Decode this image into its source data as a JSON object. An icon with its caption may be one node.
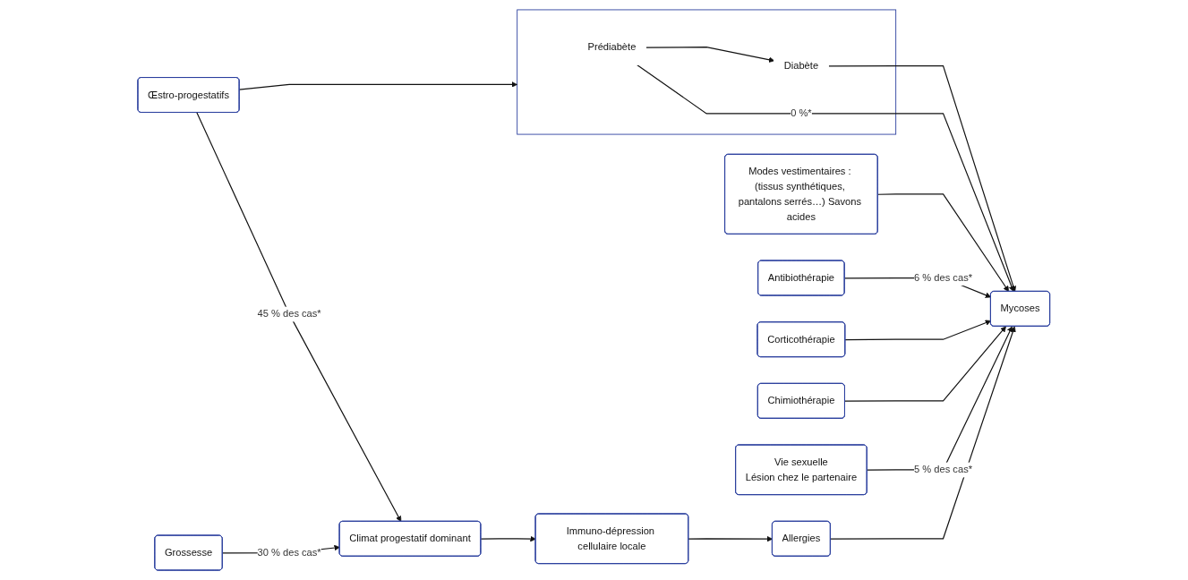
{
  "diagram": {
    "nodes": [
      {
        "text": [],
        "shape": "box"
      },
      {
        "text": [
          "Diabète"
        ],
        "in": 0
      },
      {
        "text": [
          "Prédiabète"
        ],
        "in": 0
      },
      {
        "text": [
          "Œstro-progestatifs"
        ]
      },
      {
        "text": [
          "Modes vestimentaires : (tissus synthétiques, pantalons serrés…) Savons acides"
        ]
      },
      {
        "text": [
          "Climat progestatif dominant"
        ]
      },
      {
        "text": [
          "Grossesse"
        ]
      },
      {
        "text": [
          "Antibiothérapie"
        ]
      },
      {
        "text": [
          "Mycoses"
        ]
      },
      {
        "text": [
          "Immuno-dépression cellulaire locale"
        ]
      },
      {
        "text": [
          "Corticothérapie"
        ]
      },
      {
        "text": [
          "Chimiothérapie"
        ]
      },
      {
        "text": [
          "Vie sexuelle",
          "Lésion chez le partenaire"
        ]
      },
      {
        "text": [
          "Allergies"
        ]
      }
    ],
    "edges": [
      {
        "from": 2,
        "to": 1,
        "arrow": "to"
      },
      {
        "from": 3,
        "to": 0,
        "arrow": "to"
      },
      {
        "from": 1,
        "to": 8,
        "arrow": "to"
      },
      {
        "from": 2,
        "to": 8,
        "arrow": "to",
        "label": "0 %*"
      },
      {
        "from": 4,
        "to": 8,
        "arrow": "to"
      },
      {
        "from": 3,
        "to": 5,
        "arrow": "to",
        "label": "45 % des cas*"
      },
      {
        "from": 6,
        "to": 5,
        "arrow": "to",
        "label": "30 % des cas*"
      },
      {
        "from": 7,
        "to": 8,
        "arrow": "to",
        "label": "6 % des cas*"
      },
      {
        "from": 10,
        "to": 8,
        "arrow": "to"
      },
      {
        "from": 11,
        "to": 8,
        "arrow": "to"
      },
      {
        "from": 12,
        "to": 8,
        "arrow": "to",
        "label": "5 % des cas*"
      },
      {
        "from": 5,
        "to": 9,
        "arrow": "to"
      },
      {
        "from": 9,
        "to": 13,
        "arrow": "to"
      },
      {
        "from": 13,
        "to": 8,
        "arrow": "to"
      }
    ]
  }
}
